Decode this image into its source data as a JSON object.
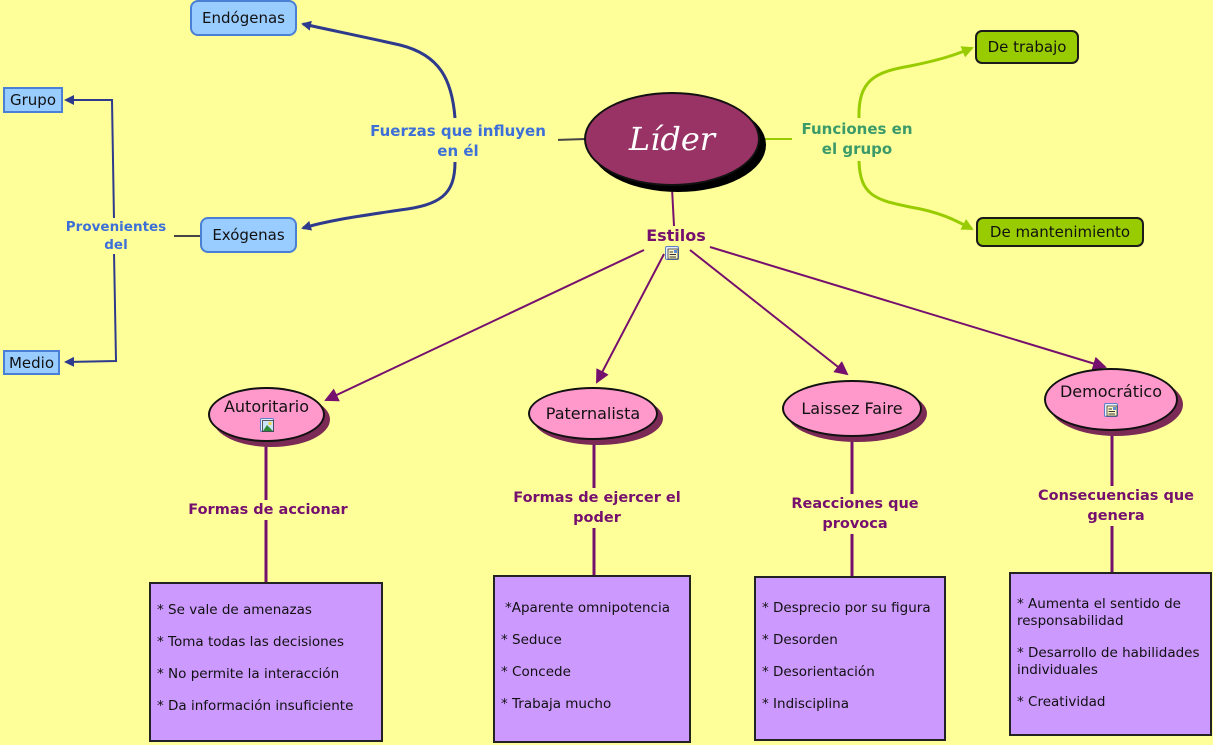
{
  "central": {
    "label": "Líder"
  },
  "left_branch": {
    "linking_phrase": "Fuerzas que influyen en él",
    "nodes": [
      {
        "label": "Endógenas"
      },
      {
        "label": "Exógenas"
      }
    ],
    "sub_branch": {
      "linking_phrase": "Provenientes del",
      "nodes": [
        {
          "label": "Grupo"
        },
        {
          "label": "Medio"
        }
      ]
    }
  },
  "right_branch": {
    "linking_phrase": "Funciones en el grupo",
    "nodes": [
      {
        "label": "De trabajo"
      },
      {
        "label": "De mantenimiento"
      }
    ]
  },
  "styles_branch": {
    "linking_phrase": "Estilos",
    "resource_icon": "document-icon",
    "styles": [
      {
        "label": "Autoritario",
        "resource_icon": "image-icon",
        "linking_phrase": "Formas de accionar",
        "items": [
          "* Se vale de amenazas",
          "* Toma todas las decisiones",
          "* No permite la interacción",
          "* Da información insuficiente"
        ]
      },
      {
        "label": "Paternalista",
        "linking_phrase": "Formas de ejercer el poder",
        "items": [
          "*Aparente omnipotencia",
          "* Seduce",
          "* Concede",
          "* Trabaja mucho"
        ]
      },
      {
        "label": "Laissez Faire",
        "linking_phrase": "Reacciones que provoca",
        "items": [
          "* Desprecio por su figura",
          "* Desorden",
          "* Desorientación",
          "* Indisciplina"
        ]
      },
      {
        "label": "Democrático",
        "resource_icon": "document-icon",
        "linking_phrase": "Consecuencias que genera",
        "items": [
          "* Aumenta el sentido de responsabilidad",
          "* Desarrollo de habilidades individuales",
          "* Creatividad"
        ]
      }
    ]
  },
  "colors": {
    "background": "#ffff99",
    "central_fill": "#993366",
    "blue_node": "#99ccff",
    "green_node": "#99cc00",
    "pink_node": "#ff99cc",
    "purple_box": "#cc99ff",
    "blue_link": "#2e3a8c",
    "green_link": "#99cc00",
    "purple_link": "#76106e"
  }
}
